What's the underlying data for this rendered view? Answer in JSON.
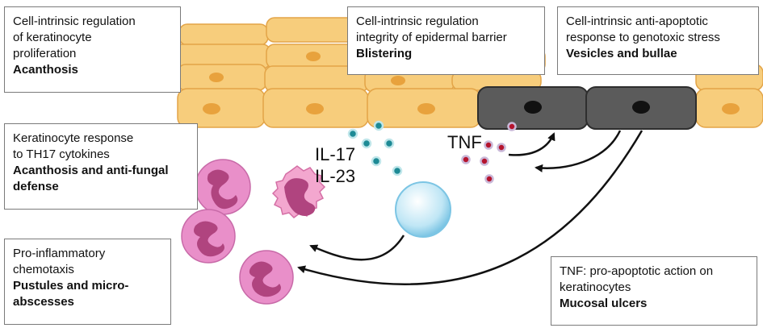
{
  "boxes": {
    "proliferation": {
      "line1": "Cell-intrinsic regulation",
      "line2": "of keratinocyte",
      "line3": "proliferation",
      "bold": "Acanthosis"
    },
    "barrier": {
      "line1": "Cell-intrinsic regulation",
      "line2": "integrity of epidermal barrier",
      "bold": "Blistering"
    },
    "apoptotic": {
      "line1": "Cell-intrinsic anti-apoptotic",
      "line2": "response to genotoxic stress",
      "bold": "Vesicles and bullae"
    },
    "th17": {
      "line1": "Keratinocyte response",
      "line2": "to TH17 cytokines",
      "bold1": "Acanthosis and anti-fungal",
      "bold2": "defense"
    },
    "chemotaxis": {
      "line1": "Pro-inflammatory",
      "line2": "chemotaxis",
      "bold1": "Pustules and micro-",
      "bold2": "abscesses"
    },
    "tnf": {
      "line1": "TNF: pro-apoptotic action on",
      "line2": "keratinocytes",
      "bold": "Mucosal ulcers"
    }
  },
  "labels": {
    "il17": "IL-17",
    "il23": "IL-23",
    "tnf": "TNF"
  },
  "colors": {
    "keratinocyte_fill": "#f7cd7c",
    "keratinocyte_border": "#e3a447",
    "nucleus": "#e8a23d",
    "dead_cell": "#5b5b5b",
    "neutrophil": "#e98fc9",
    "neutrophil_nucleus": "#b0447f",
    "t_cell": "#bfe6f5",
    "il_dot": "#1d8a95",
    "tnf_dot": "#b5142e"
  }
}
